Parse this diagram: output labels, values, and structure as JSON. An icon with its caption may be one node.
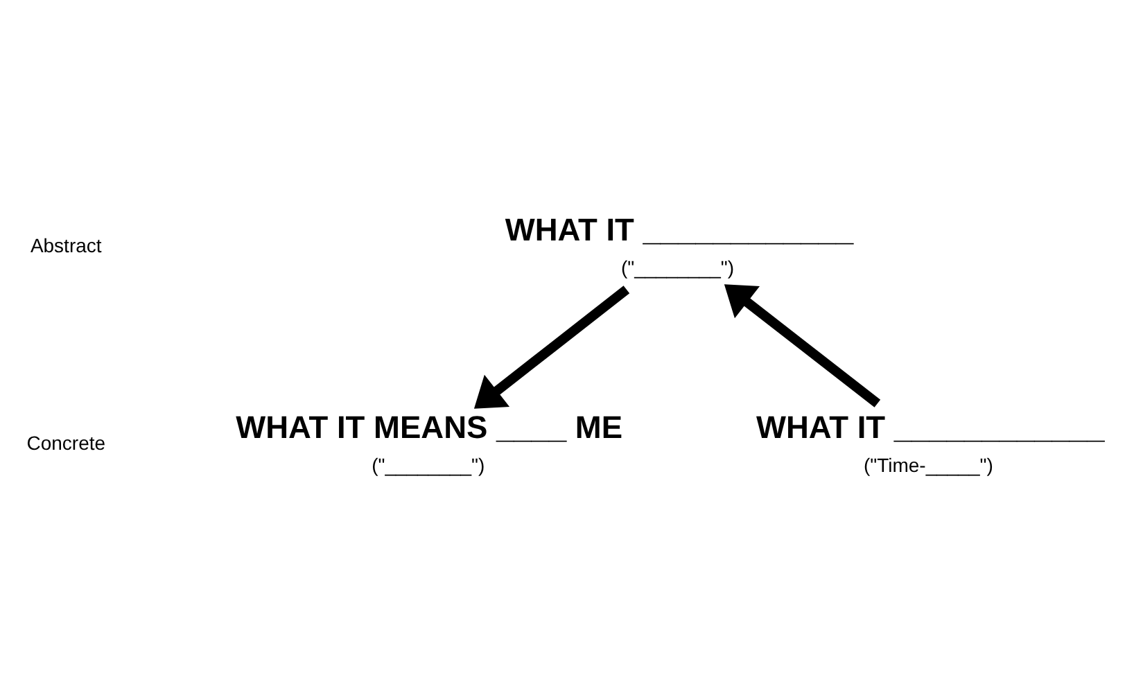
{
  "diagram": {
    "nodes": [
      {
        "text": [
          "WHAT IT ____________",
          "(\"________\")"
        ]
      },
      {
        "text": [
          "WHAT IT ____________",
          "(\"Time-_____\")"
        ]
      },
      {
        "text": [
          "WHAT IT MEANS ____ ME",
          "(\"________\")"
        ]
      }
    ],
    "edges": [
      {
        "from": 1,
        "to": 0,
        "arrow": "to"
      },
      {
        "from": 0,
        "to": 2,
        "arrow": "to"
      }
    ],
    "labels": [
      "Abstract",
      "Concrete"
    ]
  }
}
